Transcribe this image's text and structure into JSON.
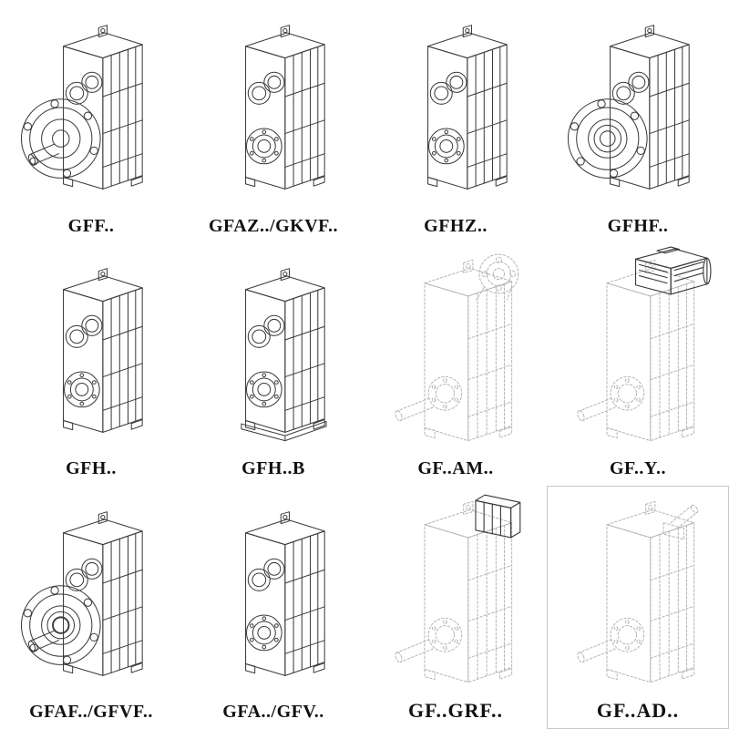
{
  "page": {
    "background_color": "#ffffff",
    "line_color": "#3a3a3a",
    "ghost_line_color": "#b5b5b5"
  },
  "grid": {
    "rows": 3,
    "columns": 4,
    "items": [
      {
        "label": "GFF..",
        "drawing": "gearbox-output-flange-solid-shaft"
      },
      {
        "label": "GFAZ../GKVF..",
        "drawing": "gearbox-hollow-shaft"
      },
      {
        "label": "GFHZ..",
        "drawing": "gearbox-hollow-shaft"
      },
      {
        "label": "GFHF..",
        "drawing": "gearbox-output-flange-hollow-shaft"
      },
      {
        "label": "GFH..",
        "drawing": "gearbox-hollow-shaft"
      },
      {
        "label": "GFH..B",
        "drawing": "gearbox-hollow-shaft-foot-mounted"
      },
      {
        "label": "GF..AM..",
        "drawing": "gearbox-outline-motor-adapter-flange"
      },
      {
        "label": "GF..Y..",
        "drawing": "gearbox-outline-with-motor"
      },
      {
        "label": "GFAF../GFVF..",
        "drawing": "gearbox-output-flange-hollow-shaft"
      },
      {
        "label": "GFA../GFV..",
        "drawing": "gearbox-hollow-shaft"
      },
      {
        "label": "GF..GRF..",
        "drawing": "gearbox-outline-with-gear-adapter"
      },
      {
        "label": "GF..AD..",
        "drawing": "gearbox-outline-input-shaft-adapter"
      }
    ]
  }
}
